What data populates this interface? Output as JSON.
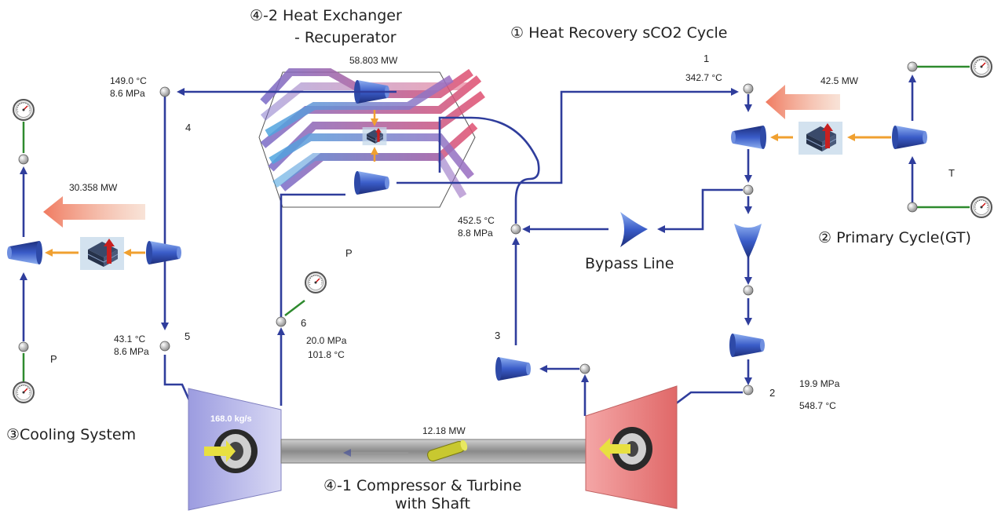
{
  "titles": {
    "recuperator_line1": "④-2  Heat Exchanger",
    "recuperator_line2": "- Recuperator",
    "sco2_cycle": "① Heat Recovery sCO2 Cycle",
    "primary_cycle": "② Primary Cycle(GT)",
    "cooling_system": "③Cooling System",
    "shaft_line1": "④-1  Compressor & Turbine",
    "shaft_line2": "with Shaft",
    "bypass_line": "Bypass Line"
  },
  "values": {
    "recuperator_duty": "58.803 MW",
    "primary_duty": "42.5 MW",
    "cooler_duty": "30.358 MW",
    "shaft_power": "12.18 MW",
    "mass_flow": "168.0 kg/s",
    "state4_temp": "149.0 °C",
    "state4_press": "8.6 MPa",
    "state1_temp": "342.7 °C",
    "bypass_mix_temp": "452.5 °C",
    "bypass_mix_press": "8.8 MPa",
    "state5_temp": "43.1 °C",
    "state5_press": "8.6 MPa",
    "state6_press": "20.0 MPa",
    "state6_temp": "101.8 °C",
    "state2_press": "19.9 MPa",
    "state2_temp": "548.7 °C"
  },
  "node_labels": {
    "n1": "1",
    "n2": "2",
    "n3": "3",
    "n4": "4",
    "n5": "5",
    "n6": "6",
    "p_recuperator": "P",
    "p_cooling": "P",
    "t_primary": "T"
  },
  "colors": {
    "flow_line": "#2f3d9c",
    "hot_stream": "#e0506a",
    "cold_stream": "#4fa6e0",
    "utility_line": "#2e8a2e",
    "heat_arrow": "#f0a030",
    "compressor_fill": "#a8a8e0",
    "turbine_fill": "#f08080",
    "shaft_fill": "#909090"
  },
  "icons": {
    "gauge": "pressure-gauge-icon",
    "valve": "valve-icon",
    "node": "stream-node-icon",
    "heat": "heat-flow-arrow-icon"
  }
}
